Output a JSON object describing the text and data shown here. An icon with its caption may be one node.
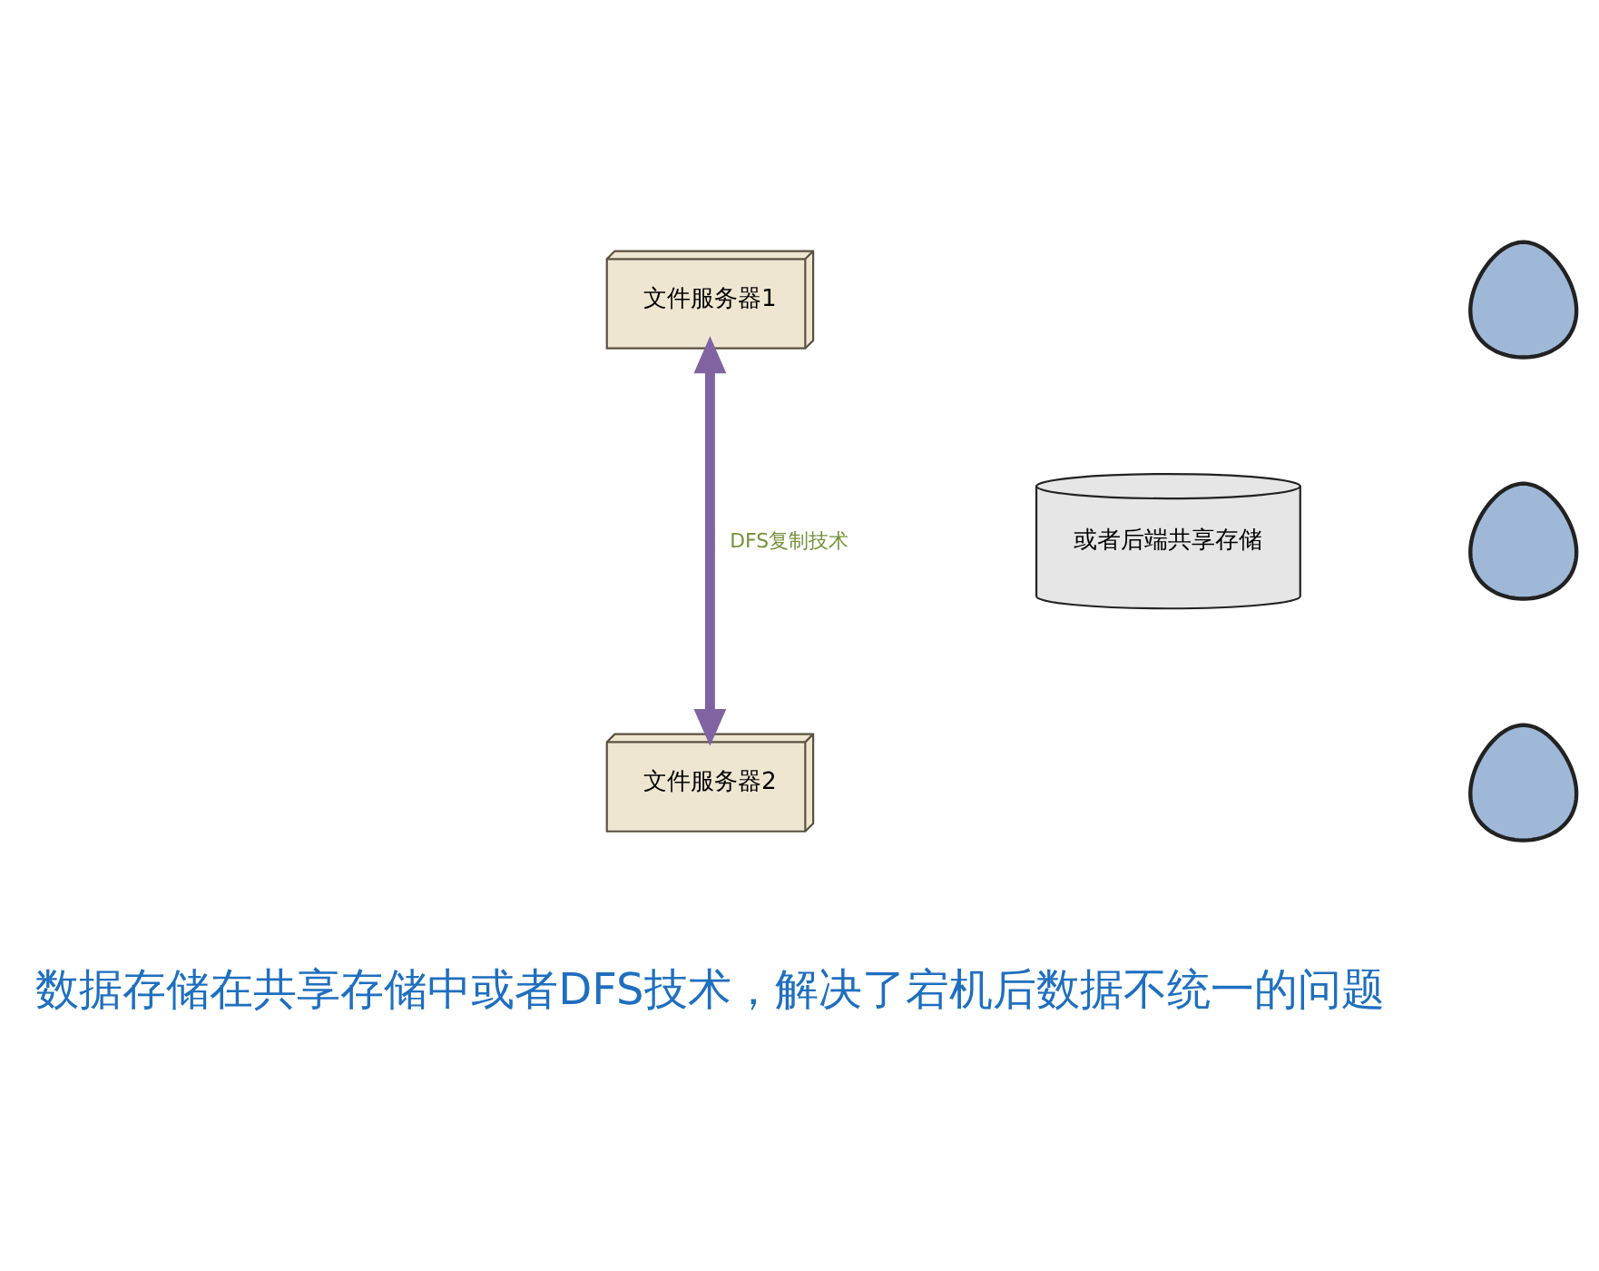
{
  "diagram": {
    "nodes": [
      {
        "text": [
          "文件服务器1"
        ]
      },
      {
        "text": [
          "或者后端共享存储"
        ]
      },
      {
        "text": [
          "文件服务器2"
        ]
      },
      {
        "text": [],
        "shape": "person"
      },
      {
        "text": [],
        "shape": "person"
      },
      {
        "text": [],
        "shape": "person"
      }
    ],
    "edges": [
      {
        "from": 0,
        "to": 2,
        "arrow": "both",
        "label": "DFS复制技术",
        "color": "#8064a2"
      }
    ],
    "labels": [
      "数据存储在共享存储中或者DFS技术，解决了宕机后数据不统一的问题"
    ]
  }
}
